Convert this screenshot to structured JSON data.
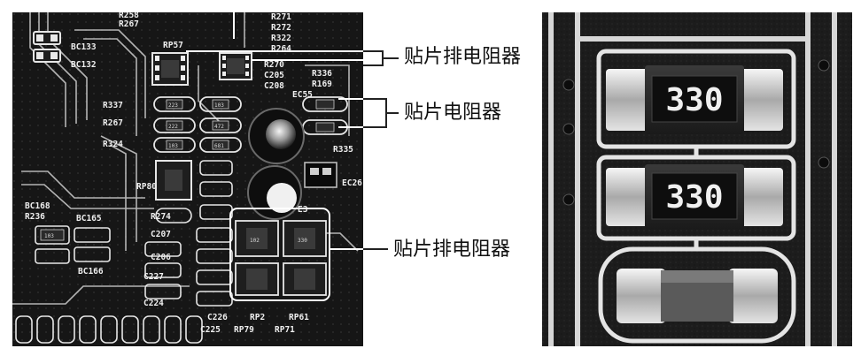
{
  "callouts": {
    "top": "贴片排电阻器",
    "middle": "贴片电阻器",
    "bottom": "贴片排电阻器"
  },
  "board": {
    "silkscreen": {
      "rp57": "RP57",
      "r258": "R258",
      "r267": "R267",
      "bc133": "BC133",
      "bc132": "BC132",
      "r271": "R271",
      "r272": "R272",
      "r322": "R322",
      "r264": "R264",
      "r270": "R270",
      "c205": "C205",
      "c208": "C208",
      "r336": "R336",
      "r169": "R169",
      "ec55": "EC55",
      "r337": "R337",
      "r267b": "R267",
      "r324": "R324",
      "r335": "R335",
      "rp80": "RP80",
      "ec26": "EC26",
      "bc168": "BC168",
      "r236": "R236",
      "bc165": "BC165",
      "r274": "R274",
      "c207": "C207",
      "c206": "C206",
      "bc166": "BC166",
      "c227": "C227",
      "c224": "C224",
      "c226": "C226",
      "c225": "C225",
      "rp2": "RP2",
      "rp79": "RP79",
      "rp61": "RP61",
      "rp71": "RP71",
      "ec3": "E3"
    },
    "chip_codes": {
      "r1": "223",
      "r2": "103",
      "r3": "222",
      "r4": "472",
      "r5": "103",
      "r6": "681",
      "rp_a": "102",
      "rp_b": "330",
      "bc": "103"
    }
  },
  "closeup": {
    "resistor_top_code": "330",
    "resistor_mid_code": "330"
  },
  "colors": {
    "board": "#1a1a1a",
    "trace": "#d8d8d8",
    "callout_line": "#222222",
    "highlight": "#ffffff"
  }
}
